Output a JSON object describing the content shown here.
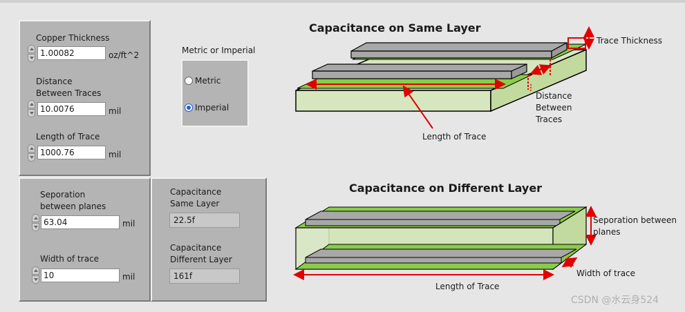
{
  "inputs": {
    "copper_thickness": {
      "label": "Copper Thickness",
      "value": "1.00082",
      "unit": "oz/ft^2"
    },
    "distance_between_traces": {
      "label": "Distance\nBetween Traces",
      "value": "10.0076",
      "unit": "mil"
    },
    "length_of_trace": {
      "label": "Length of Trace",
      "value": "1000.76",
      "unit": "mil"
    },
    "separation_between_planes": {
      "label": "Seporation\nbetween planes",
      "value": "63.04",
      "unit": "mil"
    },
    "width_of_trace": {
      "label": "Width of trace",
      "value": "10",
      "unit": "mil"
    }
  },
  "units_selector": {
    "label": "Metric or Imperial",
    "options": [
      "Metric",
      "Imperial"
    ],
    "selected": "Imperial"
  },
  "outputs": {
    "cap_same_layer": {
      "label": "Capacitance\nSame Layer",
      "value": "22.5f"
    },
    "cap_different_layer": {
      "label": "Capacitance\nDifferent Layer",
      "value": "161f"
    }
  },
  "diagram_same": {
    "title": "Capacitance on Same Layer",
    "trace_thickness": "Trace Thickness",
    "distance": "Distance\nBetween\nTraces",
    "length": "Length of Trace"
  },
  "diagram_different": {
    "title": "Capacitance on Different Layer",
    "separation": "Seporation between\nplanes",
    "width": "Width of trace",
    "length": "Length of Trace"
  },
  "watermark": "CSDN @水云身524",
  "colors": {
    "panel": "#b4b4b4",
    "board_green": "#d6e6bf",
    "trace_green": "#8acc4a",
    "trace_gray": "#a8a8a8",
    "arrow_red": "#e00000",
    "radio_on": "#1e5fd6"
  }
}
